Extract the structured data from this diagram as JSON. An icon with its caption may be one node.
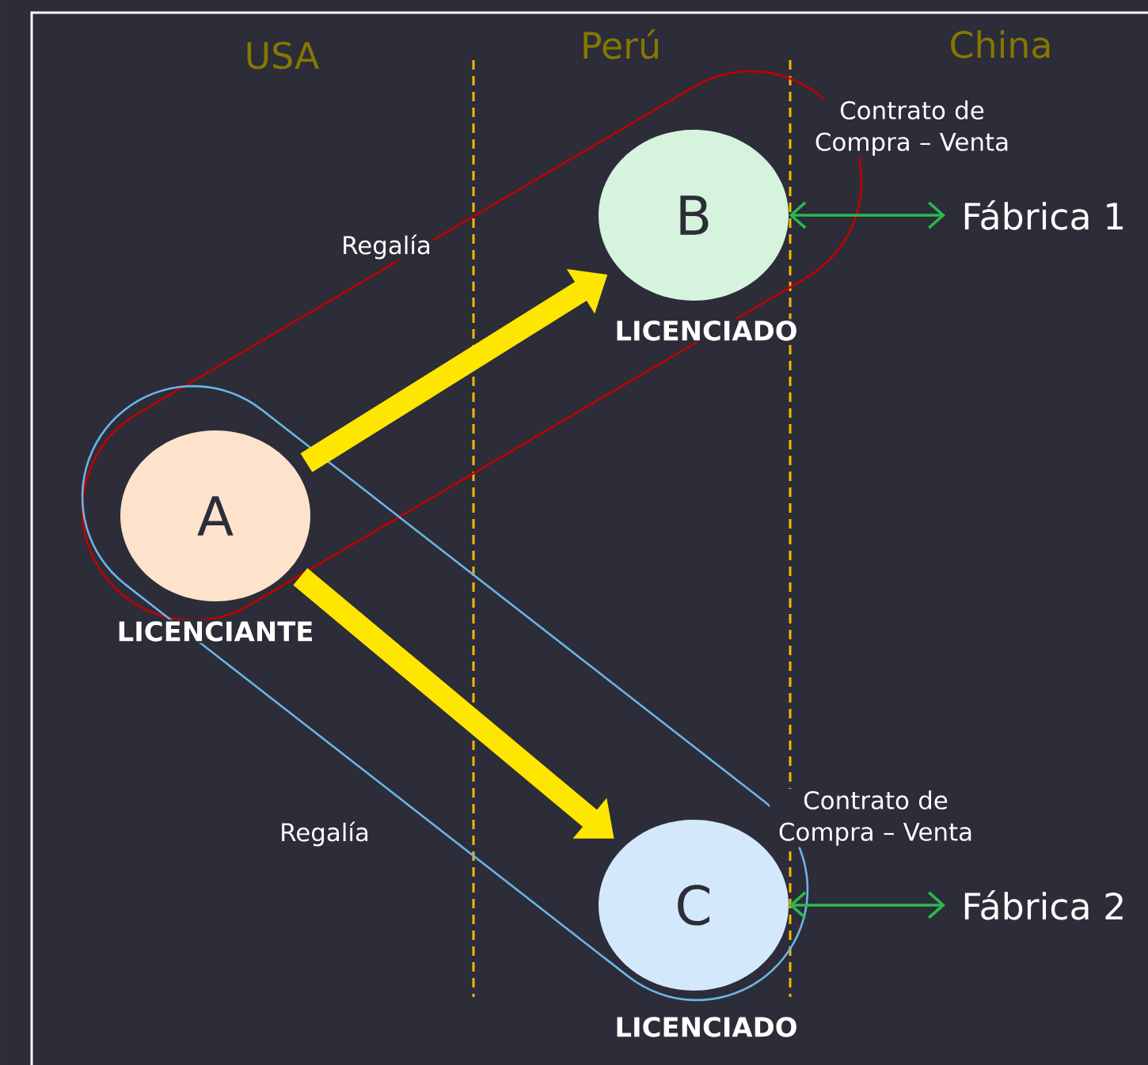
{
  "diagram": {
    "nodes": [
      {
        "text": [
          "A"
        ],
        "beside": [
          "LICENCIANTE"
        ]
      },
      {
        "text": [
          "B"
        ],
        "beside": [
          "LICENCIADO"
        ]
      },
      {
        "text": [
          "C"
        ],
        "beside": [
          "LICENCIADO"
        ]
      },
      {
        "text": [
          "Fábrica 1"
        ]
      },
      {
        "text": [
          "Fábrica 2"
        ]
      }
    ],
    "edges": [
      {
        "from": 0,
        "to": 1,
        "arrow": "to",
        "style": "thick",
        "color": "#ffe600"
      },
      {
        "from": 0,
        "to": 2,
        "arrow": "to",
        "style": "thick",
        "color": "#ffe600"
      },
      {
        "from": 1,
        "to": 3,
        "arrow": "both",
        "label": "Contrato de Compra – Venta",
        "color": "#2db84d"
      },
      {
        "from": 2,
        "to": 4,
        "arrow": "both",
        "label": "Contrato de Compra – Venta",
        "color": "#2db84d"
      }
    ],
    "labels": [
      "USA",
      "Perú",
      "China",
      "Regalía",
      "Regalía"
    ]
  }
}
